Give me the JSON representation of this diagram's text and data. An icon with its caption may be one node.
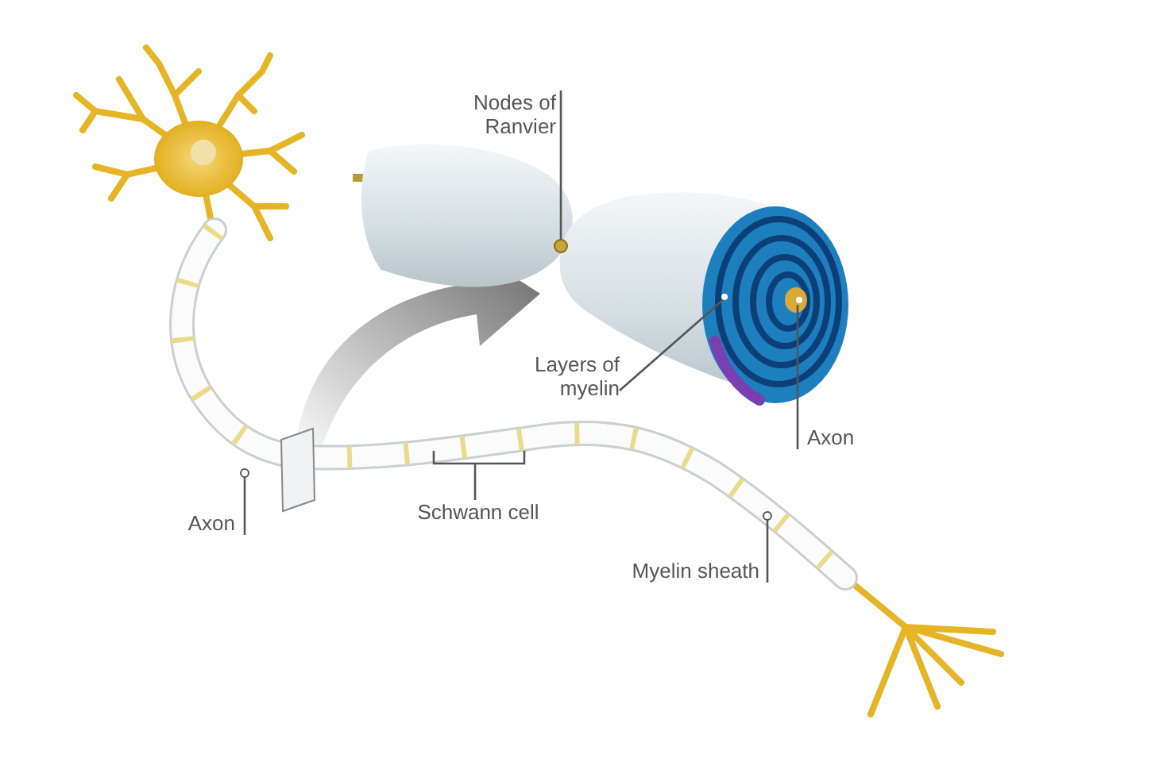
{
  "diagram": {
    "nodes": [
      {
        "text": [
          "Nodes of Ranvier"
        ]
      },
      {
        "text": [
          "Layers of myelin"
        ]
      },
      {
        "text": [
          "Axon"
        ]
      },
      {
        "text": [
          "Axon"
        ]
      },
      {
        "text": [
          "Schwann cell"
        ]
      },
      {
        "text": [
          "Myelin sheath"
        ]
      }
    ],
    "edges": [
      {
        "from": 0,
        "to": null,
        "arrow": "none"
      },
      {
        "from": 1,
        "to": null,
        "arrow": "none"
      },
      {
        "from": 2,
        "to": null,
        "arrow": "none"
      },
      {
        "from": 3,
        "to": null,
        "arrow": "other"
      },
      {
        "from": 4,
        "to": null,
        "arrow": "none"
      },
      {
        "from": 5,
        "to": null,
        "arrow": "other"
      }
    ]
  }
}
